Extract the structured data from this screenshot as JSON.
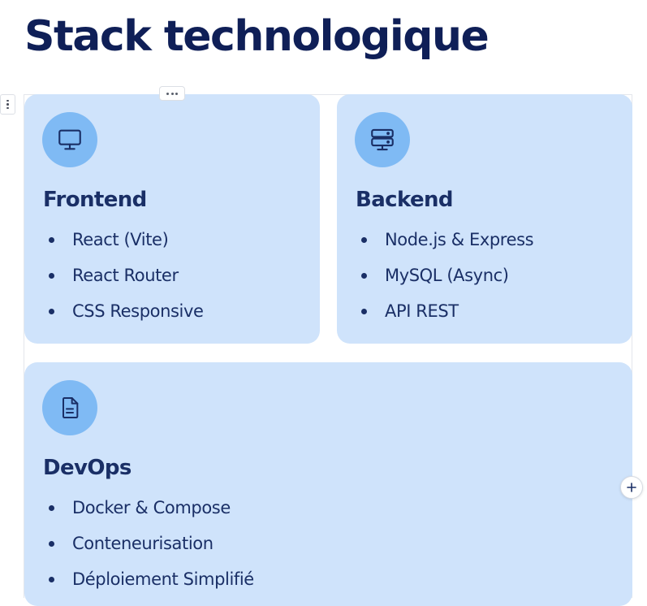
{
  "page": {
    "title": "Stack technologique"
  },
  "cards": [
    {
      "title": "Frontend",
      "icon": "monitor-icon",
      "items": [
        "React (Vite)",
        "React Router",
        "CSS Responsive"
      ]
    },
    {
      "title": "Backend",
      "icon": "server-icon",
      "items": [
        "Node.js & Express",
        "MySQL (Async)",
        "API REST"
      ]
    },
    {
      "title": "DevOps",
      "icon": "document-icon",
      "items": [
        "Docker & Compose",
        "Conteneurisation",
        "Déploiement Simplifié"
      ]
    }
  ],
  "controls": {
    "add_block_icon": "plus-icon",
    "drag_handle_icon": "drag-handle-icon",
    "block_menu_icon": "more-horizontal-icon"
  },
  "colors": {
    "title": "#0f1f57",
    "card_background": "#cfe3fb",
    "icon_circle": "#7fbaf4",
    "card_text": "#1a2f66"
  }
}
